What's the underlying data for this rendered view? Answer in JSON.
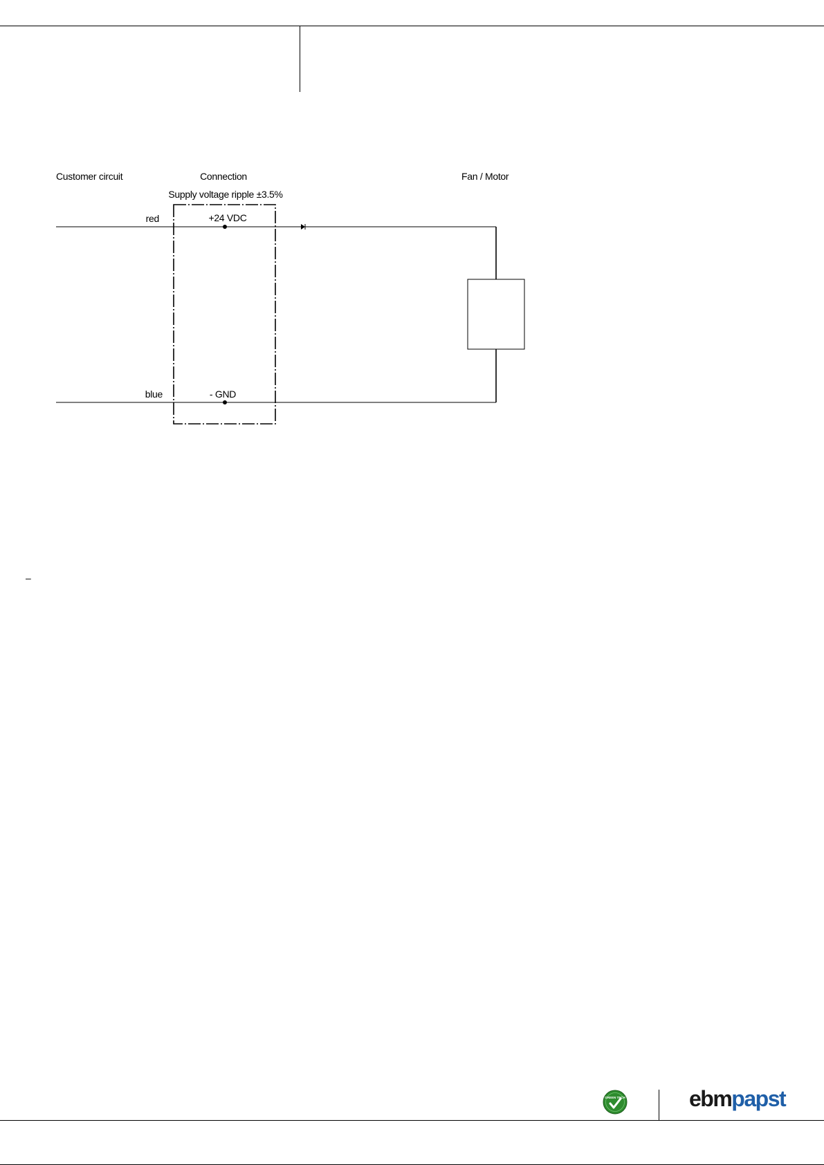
{
  "diagram": {
    "headers": {
      "customer": "Customer circuit",
      "connection": "Connection",
      "fan": "Fan / Motor"
    },
    "supply_note": "Supply voltage ripple ±3.5%",
    "wires": {
      "top_color": "red",
      "top_terminal": "+24 VDC",
      "bottom_color": "blue",
      "bottom_terminal": "- GND"
    }
  },
  "margin_mark": "–",
  "footer": {
    "brand_part1": "ebm",
    "brand_part2": "papst",
    "badge": "GREEN TECH",
    "colors": {
      "badge_green": "#2e8b2e",
      "brand_blue": "#1f5fa8"
    }
  }
}
